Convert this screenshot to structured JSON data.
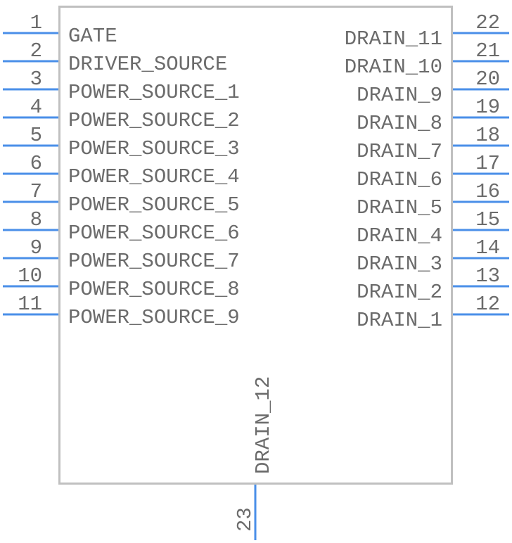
{
  "component": {
    "left_pins": [
      {
        "number": "1",
        "name": "GATE"
      },
      {
        "number": "2",
        "name": "DRIVER_SOURCE"
      },
      {
        "number": "3",
        "name": "POWER_SOURCE_1"
      },
      {
        "number": "4",
        "name": "POWER_SOURCE_2"
      },
      {
        "number": "5",
        "name": "POWER_SOURCE_3"
      },
      {
        "number": "6",
        "name": "POWER_SOURCE_4"
      },
      {
        "number": "7",
        "name": "POWER_SOURCE_5"
      },
      {
        "number": "8",
        "name": "POWER_SOURCE_6"
      },
      {
        "number": "9",
        "name": "POWER_SOURCE_7"
      },
      {
        "number": "10",
        "name": "POWER_SOURCE_8"
      },
      {
        "number": "11",
        "name": "POWER_SOURCE_9"
      }
    ],
    "right_pins": [
      {
        "number": "22",
        "name": "DRAIN_11"
      },
      {
        "number": "21",
        "name": "DRAIN_10"
      },
      {
        "number": "20",
        "name": "DRAIN_9"
      },
      {
        "number": "19",
        "name": "DRAIN_8"
      },
      {
        "number": "18",
        "name": "DRAIN_7"
      },
      {
        "number": "17",
        "name": "DRAIN_6"
      },
      {
        "number": "16",
        "name": "DRAIN_5"
      },
      {
        "number": "15",
        "name": "DRAIN_4"
      },
      {
        "number": "14",
        "name": "DRAIN_3"
      },
      {
        "number": "13",
        "name": "DRAIN_2"
      },
      {
        "number": "12",
        "name": "DRAIN_1"
      }
    ],
    "bottom_pins": [
      {
        "number": "23",
        "name": "DRAIN_12"
      }
    ]
  },
  "colors": {
    "body_outline": "#c0c0c0",
    "pin": "#4a8fe8",
    "text": "#6b6b6b"
  }
}
